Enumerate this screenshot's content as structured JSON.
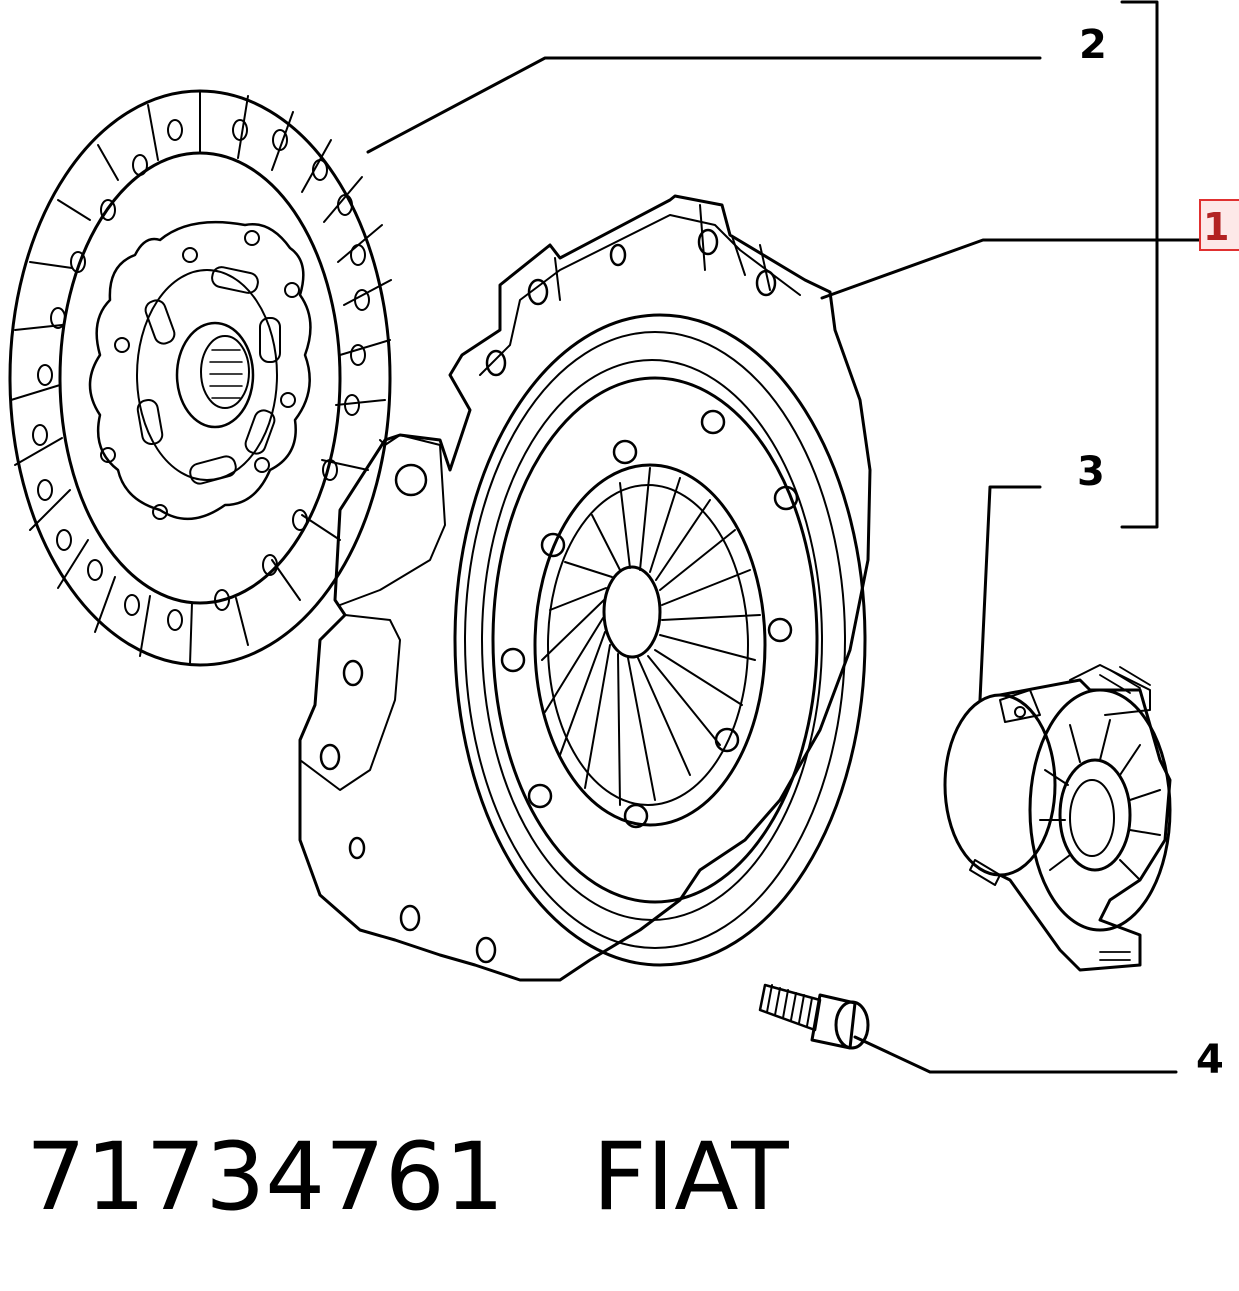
{
  "callouts": {
    "c1": "1",
    "c2": "2",
    "c3": "3",
    "c4": "4"
  },
  "caption": {
    "part_number": "71734761",
    "brand": "FIAT"
  },
  "colors": {
    "line": "#000000",
    "highlight_border": "#e03030",
    "highlight_fill": "#fde8e8"
  }
}
